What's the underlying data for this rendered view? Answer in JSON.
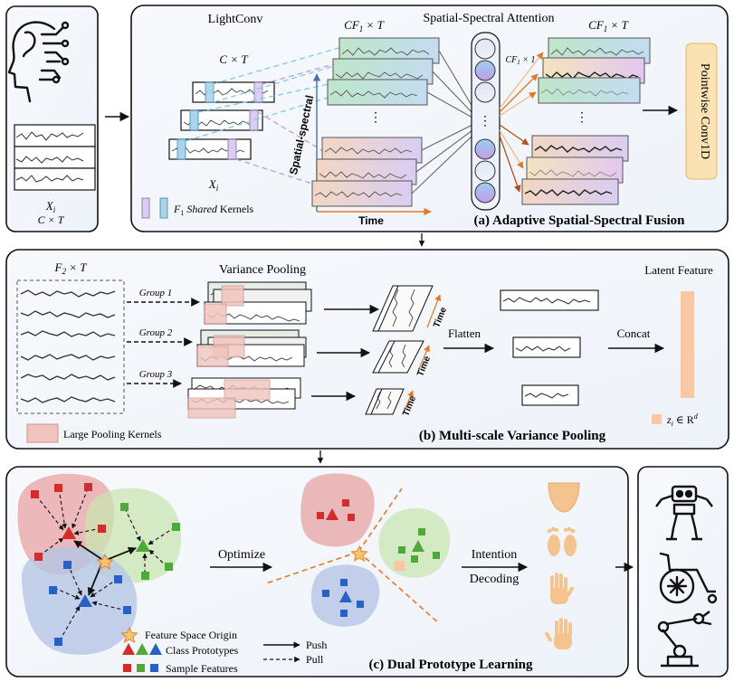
{
  "input": {
    "xi": "X",
    "xi_sub": "i",
    "dims": "C × T"
  },
  "panel_a": {
    "lightconv": "LightConv",
    "ct": "C × T",
    "xi": "X",
    "xi_sub": "i",
    "cf1t_left": "CF",
    "cf1t_left_sub": "1",
    "cf1t_left_suffix": " × T",
    "ssa": "Spatial-Spectral Attention",
    "cf1t_right": "CF",
    "cf1t_right_sub": "1",
    "cf1t_right_suffix": " × T",
    "cf1x1": "CF",
    "cf1x1_sub": "1",
    "cf1x1_suffix": " × 1",
    "spatial_spectral": "Spatial-spectral",
    "time": "Time",
    "legend_f": "F",
    "legend_sub": "1",
    "legend_shared": " Shared",
    "legend_kernels": " Kernels",
    "pointwise": "Pointwise Conv1D",
    "caption": "(a) Adaptive Spatial-Spectral Fusion"
  },
  "panel_b": {
    "f2t": "F",
    "f2t_sub": "2",
    "f2t_suffix": " × T",
    "variance_pooling": "Variance  Pooling",
    "group1": "Group 1",
    "group2": "Group 2",
    "group3": "Group 3",
    "time": "Time",
    "flatten": "Flatten",
    "concat": "Concat",
    "latent": "Latent Feature",
    "z": "z",
    "z_sub": "i",
    "z_in": " ∈ R",
    "z_sup": "d",
    "large_kernels": "Large Pooling Kernels",
    "caption": "(b) Multi-scale Variance Pooling"
  },
  "panel_c": {
    "optimize": "Optimize",
    "intention": "Intention",
    "decoding": "Decoding",
    "legend_origin": "Feature Space Origin",
    "legend_proto": "Class Prototypes",
    "legend_sample": "Sample Features",
    "push": "Push",
    "pull": "Pull",
    "caption": "(c) Dual Prototype Learning"
  },
  "colors": {
    "red": "#d22c2c",
    "green": "#4fa83a",
    "blue": "#2a5fc4",
    "red_cloud": "#e8a3a3",
    "green_cloud": "#c9e6b3",
    "blue_cloud": "#b6c6e6",
    "panel_bg": "#f3f6fb",
    "peach": "#f8c8a6",
    "orange": "#e57a2a"
  }
}
